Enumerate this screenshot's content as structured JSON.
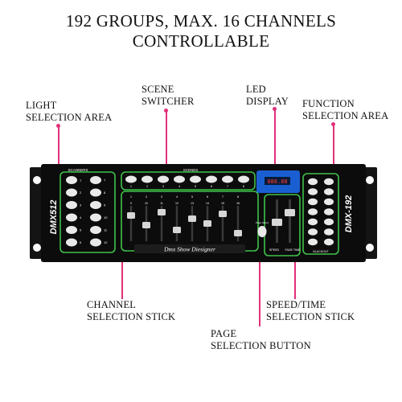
{
  "headline": "192 GROUPS, MAX. 16 CHANNELS CONTROLLABLE",
  "callouts": {
    "light_selection": [
      "LIGHT",
      "SELECTION AREA"
    ],
    "scene_switcher": [
      "SCENE",
      "SWITCHER"
    ],
    "led_display": [
      "LED",
      "DISPLAY"
    ],
    "function_selection": [
      "FUNCTION",
      "SELECTION AREA"
    ],
    "channel_selection": [
      "CHANNEL",
      "SELECTION STICK"
    ],
    "speed_time": [
      "SPEED/TIME",
      "SELECTION STICK"
    ],
    "page_selection": [
      "PAGE",
      "SELECTION BUTTON"
    ]
  },
  "device": {
    "model_left": "DMX512",
    "model_right": "DMX-192",
    "brand_strip": "Dmx Show Diesigner",
    "scanners_label": "SCANNERS",
    "scenes_label": "SCENES",
    "scanner_numbers": [
      "1",
      "7",
      "2",
      "8",
      "3",
      "9",
      "4",
      "10",
      "5",
      "11",
      "6",
      "12"
    ],
    "scene_numbers": [
      "1",
      "2",
      "3",
      "4",
      "5",
      "6",
      "7",
      "8"
    ],
    "channel_numbers_top": [
      "1",
      "2",
      "3",
      "4",
      "5",
      "6",
      "7",
      "8"
    ],
    "channel_numbers_bottom": [
      "9",
      "10",
      "11",
      "12",
      "13",
      "14",
      "15",
      "16"
    ],
    "display_value": "888.88",
    "speed_label": "SPEED",
    "fade_time_label": "FADE TIME",
    "page_select_label": "Page Select",
    "blackout_label": "BLACKOUT"
  },
  "colors": {
    "leader": "#e2307a",
    "highlight": "#3ec24a",
    "panel": "#0c0c0c",
    "display": "#1a5fd1"
  }
}
